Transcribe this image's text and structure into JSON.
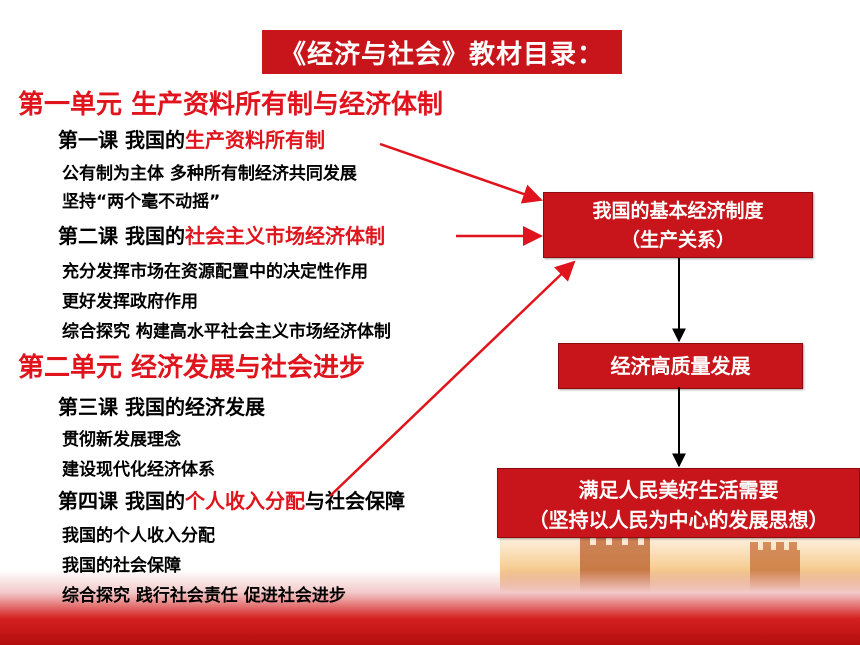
{
  "title": "《经济与社会》教材目录：",
  "unit1": "第一单元 生产资料所有制与经济体制",
  "lesson1": {
    "prefix": "第一课  我国的",
    "highlight": "生产资料所有制"
  },
  "lesson1_items": [
    "公有制为主体 多种所有制经济共同发展",
    "坚持“两个毫不动摇”"
  ],
  "lesson2": {
    "prefix": "第二课  我国的",
    "highlight": "社会主义市场经济体制"
  },
  "lesson2_items": [
    "充分发挥市场在资源配置中的决定性作用",
    "更好发挥政府作用",
    "综合探究   构建高水平社会主义市场经济体制"
  ],
  "unit2": "第二单元 经济发展与社会进步",
  "lesson3": {
    "text": "第三课  我国的经济发展"
  },
  "lesson3_items": [
    "贯彻新发展理念",
    "建设现代化经济体系"
  ],
  "lesson4": {
    "prefix": "第四课  我国的",
    "highlight": "个人收入分配",
    "suffix": "与社会保障"
  },
  "lesson4_items": [
    "我国的个人收入分配",
    "我国的社会保障",
    "综合探究   践行社会责任 促进社会进步"
  ],
  "box_basic": {
    "line1": "我国的基本经济制度",
    "line2": "（生产关系）"
  },
  "box_quality": "经济高质量发展",
  "box_people": {
    "line1": "满足人民美好生活需要",
    "line2": "（坚持以人民为中心的发展思想）"
  },
  "colors": {
    "accent_red": "#c8151b",
    "text_red": "#e0141c"
  }
}
